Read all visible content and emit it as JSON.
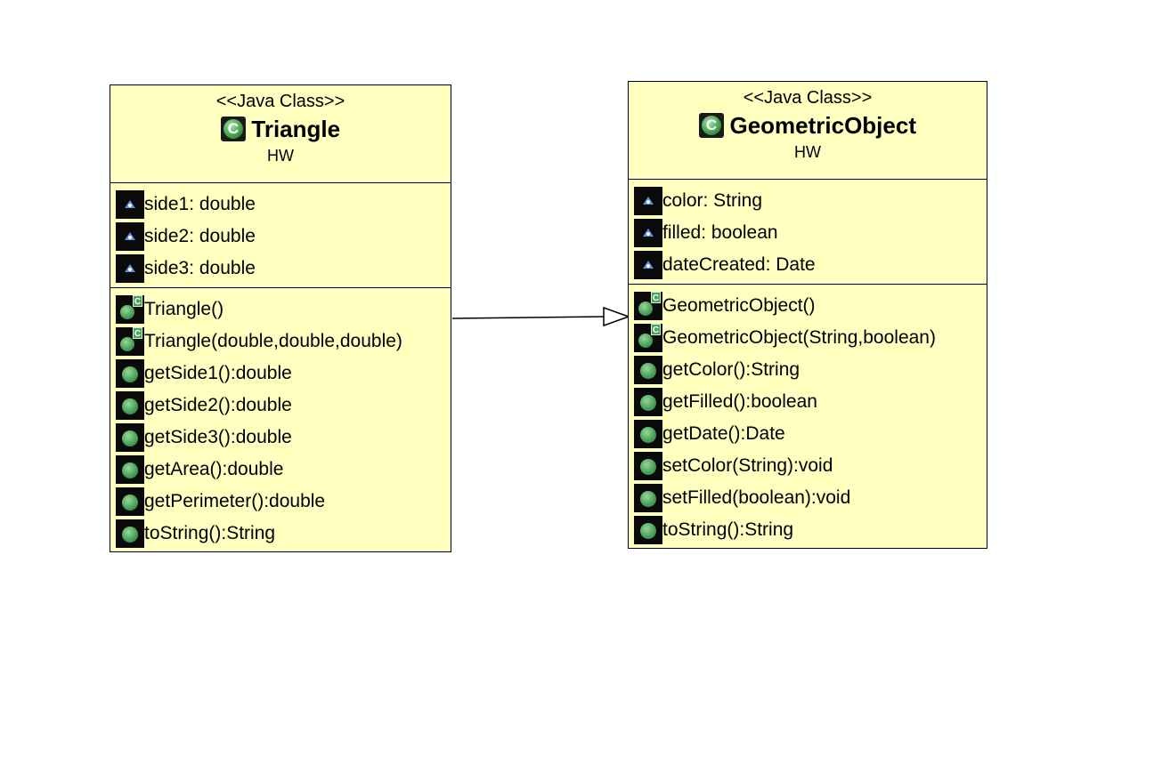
{
  "classes": [
    {
      "stereotype": "<<Java Class>>",
      "name": "Triangle",
      "package": "HW",
      "attributes": [
        "side1: double",
        "side2: double",
        "side3: double"
      ],
      "operations": [
        "Triangle()",
        "Triangle(double,double,double)",
        "getSide1():double",
        "getSide2():double",
        "getSide3():double",
        "getArea():double",
        "getPerimeter():double",
        "toString():String"
      ]
    },
    {
      "stereotype": "<<Java Class>>",
      "name": "GeometricObject",
      "package": "HW",
      "attributes": [
        "color: String",
        "filled: boolean",
        "dateCreated: Date"
      ],
      "operations": [
        "GeometricObject()",
        "GeometricObject(String,boolean)",
        "getColor():String",
        "getFilled():boolean",
        "getDate():Date",
        "setColor(String):void",
        "setFilled(boolean):void",
        "toString():String"
      ]
    }
  ],
  "relationship": {
    "type": "generalization",
    "from": "Triangle",
    "to": "GeometricObject"
  },
  "colors": {
    "class_fill": "#ffffc0",
    "line": "#000000"
  },
  "icons": {
    "class": "class-icon",
    "field": "field-icon",
    "constructor": "constructor-icon",
    "method": "method-icon"
  }
}
